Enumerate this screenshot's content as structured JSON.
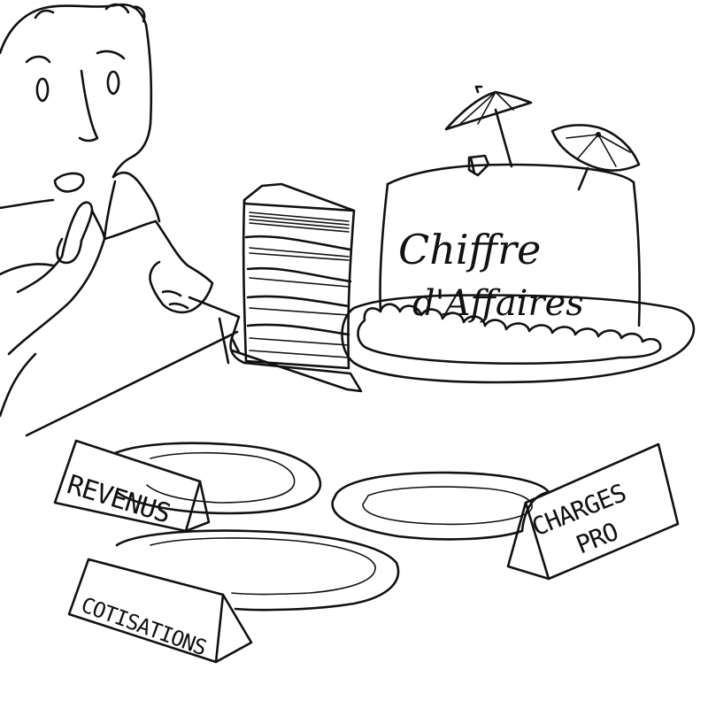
{
  "cake": {
    "inscription_line1": "Chiffre",
    "inscription_line2": "d'Affaires"
  },
  "place_cards": {
    "revenus": "REVENUS",
    "cotisations": "COTISATIONS",
    "charges_line1": "CHARGES",
    "charges_line2": "PRO"
  }
}
